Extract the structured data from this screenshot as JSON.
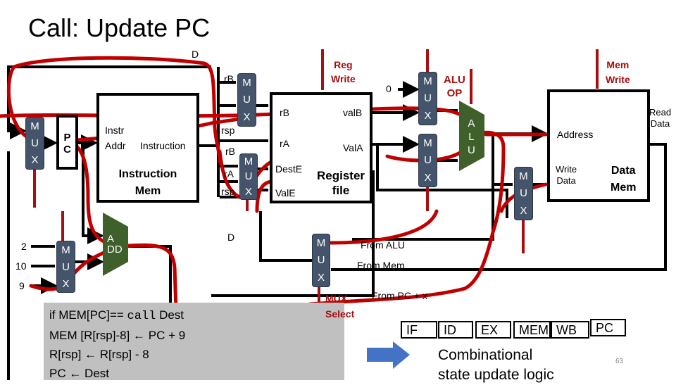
{
  "title": "Call: Update PC",
  "labels": {
    "d_top": "D",
    "d_mid": "D",
    "reg_write": [
      "Reg",
      "Write"
    ],
    "mem_write": [
      "Mem",
      "Write"
    ],
    "alu_op": [
      "ALU",
      "OP"
    ],
    "read_data": [
      "Read",
      "Data"
    ],
    "zero": "0",
    "mux_select": [
      "MUX",
      "Select"
    ]
  },
  "components": {
    "mux_text": [
      "M",
      "U",
      "X"
    ],
    "pc": [
      "P",
      "C"
    ],
    "instr_mem": {
      "instr": "Instr",
      "addr": "Addr",
      "instruction": "Instruction",
      "title": [
        "Instruction",
        "Mem"
      ]
    },
    "adder": [
      "A",
      "DD"
    ],
    "alu": [
      "A",
      "L",
      "U"
    ],
    "reg_file": {
      "rB": "rB",
      "rA": "rA",
      "valB": "valB",
      "valA": "ValA",
      "destE": "DestE",
      "valE": "ValE",
      "title": [
        "Register",
        "file"
      ]
    },
    "reg_mux_top": {
      "in1": "rB",
      "in2": "rsp"
    },
    "reg_mux_bottom": {
      "in1": "rB",
      "in2": "rA",
      "in3": "rsp"
    },
    "pc_inc_inputs": [
      "2",
      "10",
      "9"
    ],
    "data_mem": {
      "address": "Address",
      "write_data": [
        "Write",
        "Data"
      ],
      "title": [
        "Data",
        "Mem"
      ]
    },
    "wb_mux_inputs": [
      "From ALU",
      "From Mem",
      "From PC + x"
    ]
  },
  "code_box": {
    "line1_prefix": "if MEM[PC]== ",
    "line1_code": "call",
    "line1_suffix": " Dest",
    "line2": "MEM [R[rsp]-8] ← PC + 9",
    "line3": "R[rsp] ← R[rsp] - 8",
    "line4": "PC ← Dest"
  },
  "stages": [
    "IF",
    "ID",
    "EX",
    "MEM",
    "WB",
    "PC"
  ],
  "legend_text": [
    "Combinational",
    "state update logic"
  ],
  "page_number": "63",
  "colors": {
    "mux": "#44546a",
    "alu": "#3f5f2b",
    "control": "#a50f0f",
    "annotation": "#c00000",
    "arrow": "#4472c4",
    "code_bg": "#c0c0c0"
  }
}
